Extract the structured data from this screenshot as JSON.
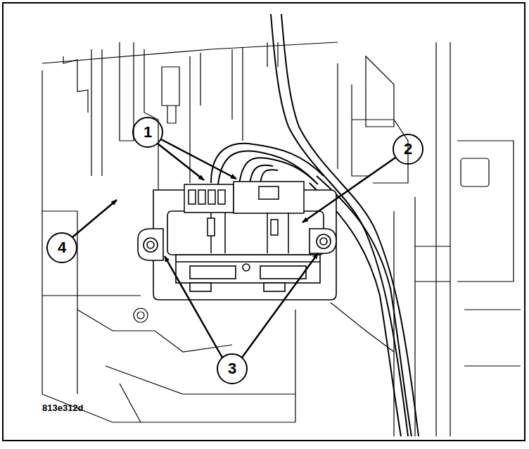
{
  "diagram": {
    "labels": [
      "1",
      "2",
      "4",
      "3",
      "813e312d"
    ]
  }
}
